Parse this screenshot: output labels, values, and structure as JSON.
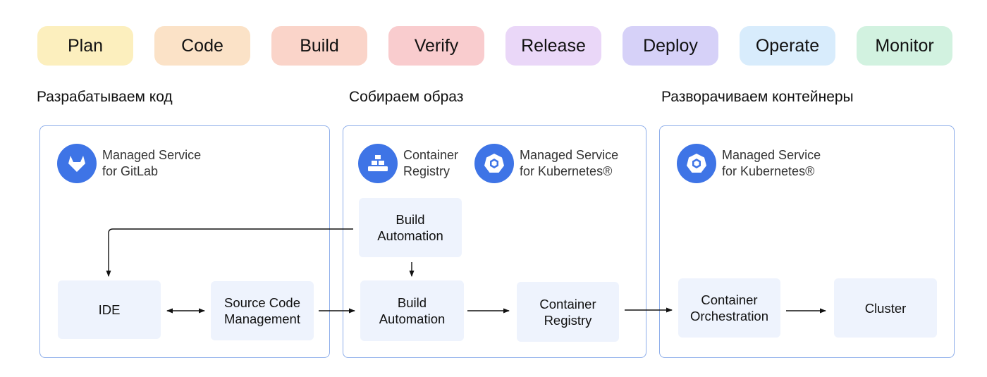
{
  "stages": [
    {
      "label": "Plan",
      "color": "#fcefbe"
    },
    {
      "label": "Code",
      "color": "#fbe2c7"
    },
    {
      "label": "Build",
      "color": "#fad4c9"
    },
    {
      "label": "Verify",
      "color": "#f9ccce"
    },
    {
      "label": "Release",
      "color": "#ead7f8"
    },
    {
      "label": "Deploy",
      "color": "#d6d1f8"
    },
    {
      "label": "Operate",
      "color": "#d8ecfc"
    },
    {
      "label": "Monitor",
      "color": "#d2f2e0"
    }
  ],
  "sections": {
    "develop": {
      "title": "Разрабатываем код",
      "service": {
        "name": "Managed Service\nfor GitLab",
        "icon": "gitlab-icon"
      },
      "ide": "IDE",
      "scm": "Source Code\nManagement"
    },
    "build": {
      "title": "Собираем образ",
      "registry_service": {
        "name": "Container\nRegistry",
        "icon": "registry-icon"
      },
      "k8s_service": {
        "name": "Managed Service\nfor Kubernetes®",
        "icon": "kubernetes-icon"
      },
      "build_top": "Build\nAutomation",
      "build_bottom": "Build\nAutomation",
      "registry": "Container\nRegistry"
    },
    "deploy": {
      "title": "Разворачиваем контейнеры",
      "service": {
        "name": "Managed Service\nfor Kubernetes®",
        "icon": "kubernetes-icon"
      },
      "orchestration": "Container\nOrchestration",
      "cluster": "Cluster"
    }
  },
  "colors": {
    "accent": "#3e74e6",
    "panel_border": "#8eaeea",
    "box_fill": "#eef3fd"
  }
}
